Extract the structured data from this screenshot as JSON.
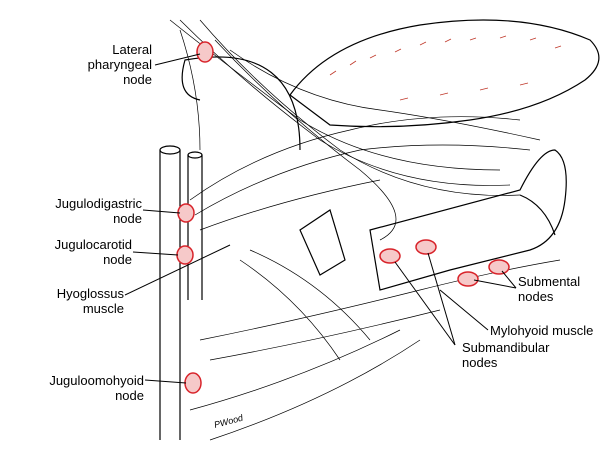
{
  "labels": {
    "lateral_pharyngeal": [
      "Lateral",
      "pharyngeal",
      "node"
    ],
    "jugulodigastric": [
      "Jugulodigastric",
      "node"
    ],
    "jugulocarotid": [
      "Jugulocarotid",
      "node"
    ],
    "hyoglossus": [
      "Hyoglossus",
      "muscle"
    ],
    "jugulomohyoid": [
      "Juguloomohyoid",
      "node"
    ],
    "submental": [
      "Submental",
      "nodes"
    ],
    "mylohyoid": [
      "Mylohyoid muscle"
    ],
    "submandibular": [
      "Submandibular",
      "nodes"
    ]
  },
  "signature": "PWood",
  "colors": {
    "node": "#d8232a",
    "node_fill": "#f6c9c9",
    "tongue": "#c0392b",
    "ink": "#000000"
  }
}
